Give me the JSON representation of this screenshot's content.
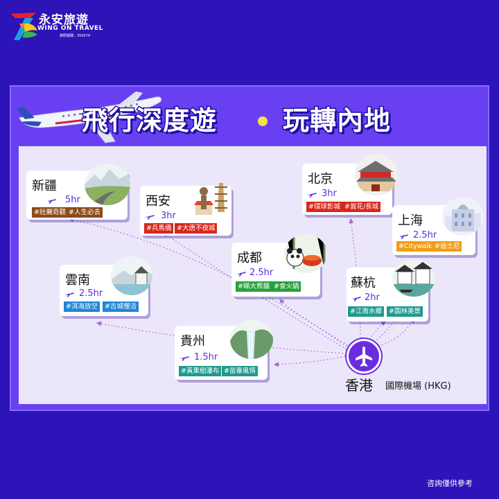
{
  "brand": {
    "name_cn": "永安旅遊",
    "name_en": "WING ON TRAVEL",
    "license": "牌照號碼：350074"
  },
  "title": {
    "left": "飛行深度遊",
    "right": "玩轉內地"
  },
  "hub": {
    "name": "香港",
    "sub": "國際機場 (HKG)"
  },
  "destinations": [
    {
      "name": "新疆",
      "flight_time": "5hr",
      "tags": [
        "#壯麗奇觀",
        "#人生必去"
      ]
    },
    {
      "name": "西安",
      "flight_time": "3hr",
      "tags": [
        "#兵馬俑",
        "#大唐不夜城"
      ]
    },
    {
      "name": "北京",
      "flight_time": "3hr",
      "tags": [
        "#環球影城",
        "#賞花/長城"
      ]
    },
    {
      "name": "上海",
      "flight_time": "2.5hr",
      "tags": [
        "#Citywalk",
        "#迪士尼"
      ]
    },
    {
      "name": "成都",
      "flight_time": "2.5hr",
      "tags": [
        "#睇大熊貓",
        "#食火鍋"
      ]
    },
    {
      "name": "雲南",
      "flight_time": "2.5hr",
      "tags": [
        "#洱海放空",
        "#古城慢活"
      ]
    },
    {
      "name": "蘇杭",
      "flight_time": "2hr",
      "tags": [
        "#江南水鄉",
        "#園林美景"
      ]
    },
    {
      "name": "貴州",
      "flight_time": "1.5hr",
      "tags": [
        "#黃果樹瀑布",
        "#苗寨風情"
      ]
    }
  ],
  "footnote": "咨詢僅供參考",
  "colors": {
    "background": "#2c14b8",
    "panel": "#6840f2",
    "map": "#ece6fb",
    "accent": "#5a2bd8",
    "title_dot": "#f5e04a"
  }
}
